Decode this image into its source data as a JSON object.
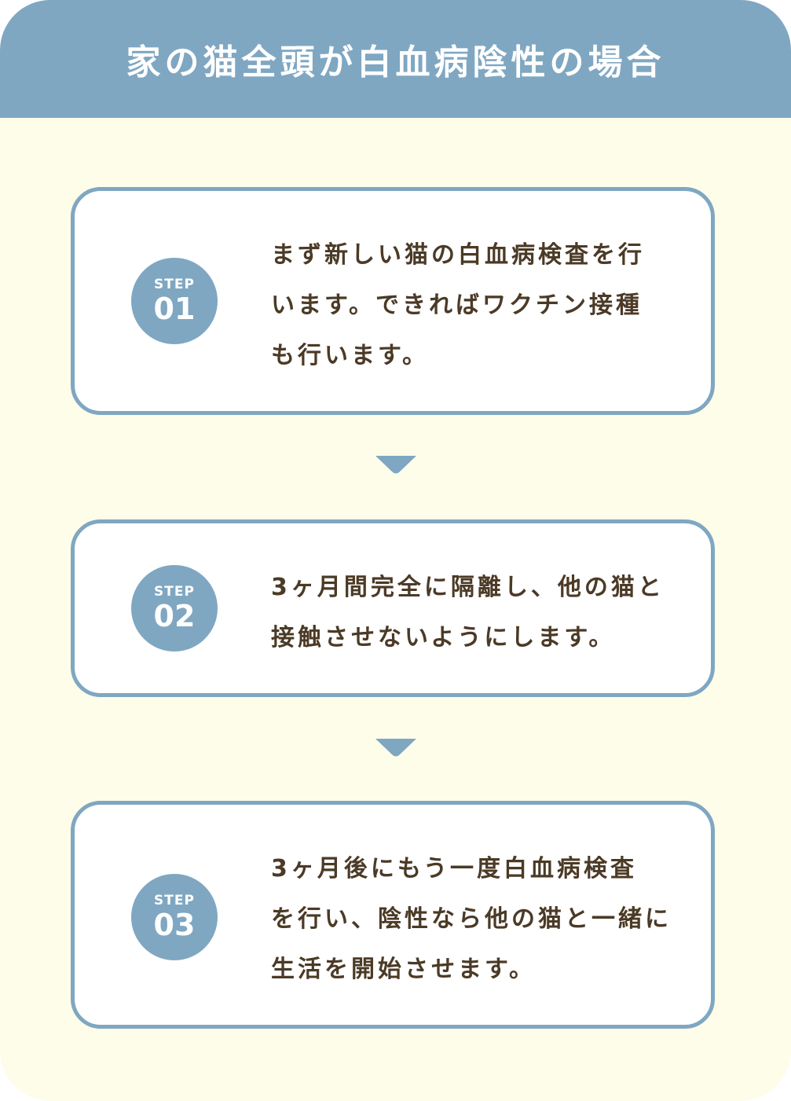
{
  "title": "家の猫全頭が白血病陰性の場合",
  "steps": [
    {
      "label": "STEP",
      "number": "01",
      "lines": [
        "まず新しい猫の白血病検査を行",
        "います。できればワクチン接種",
        "も行います。"
      ]
    },
    {
      "label": "STEP",
      "number": "02",
      "lines": [
        "3ヶ月間完全に隔離し、他の猫と",
        "接触させないようにします。"
      ]
    },
    {
      "label": "STEP",
      "number": "03",
      "lines": [
        "3ヶ月後にもう一度白血病検査",
        "を行い、陰性なら他の猫と一緒に",
        "生活を開始させます。"
      ]
    }
  ],
  "colors": {
    "accent": "#7fa7c2",
    "background": "#fefde9",
    "text": "#4b3a26"
  },
  "icons": {
    "flow_arrow": "chevron-down-icon"
  }
}
